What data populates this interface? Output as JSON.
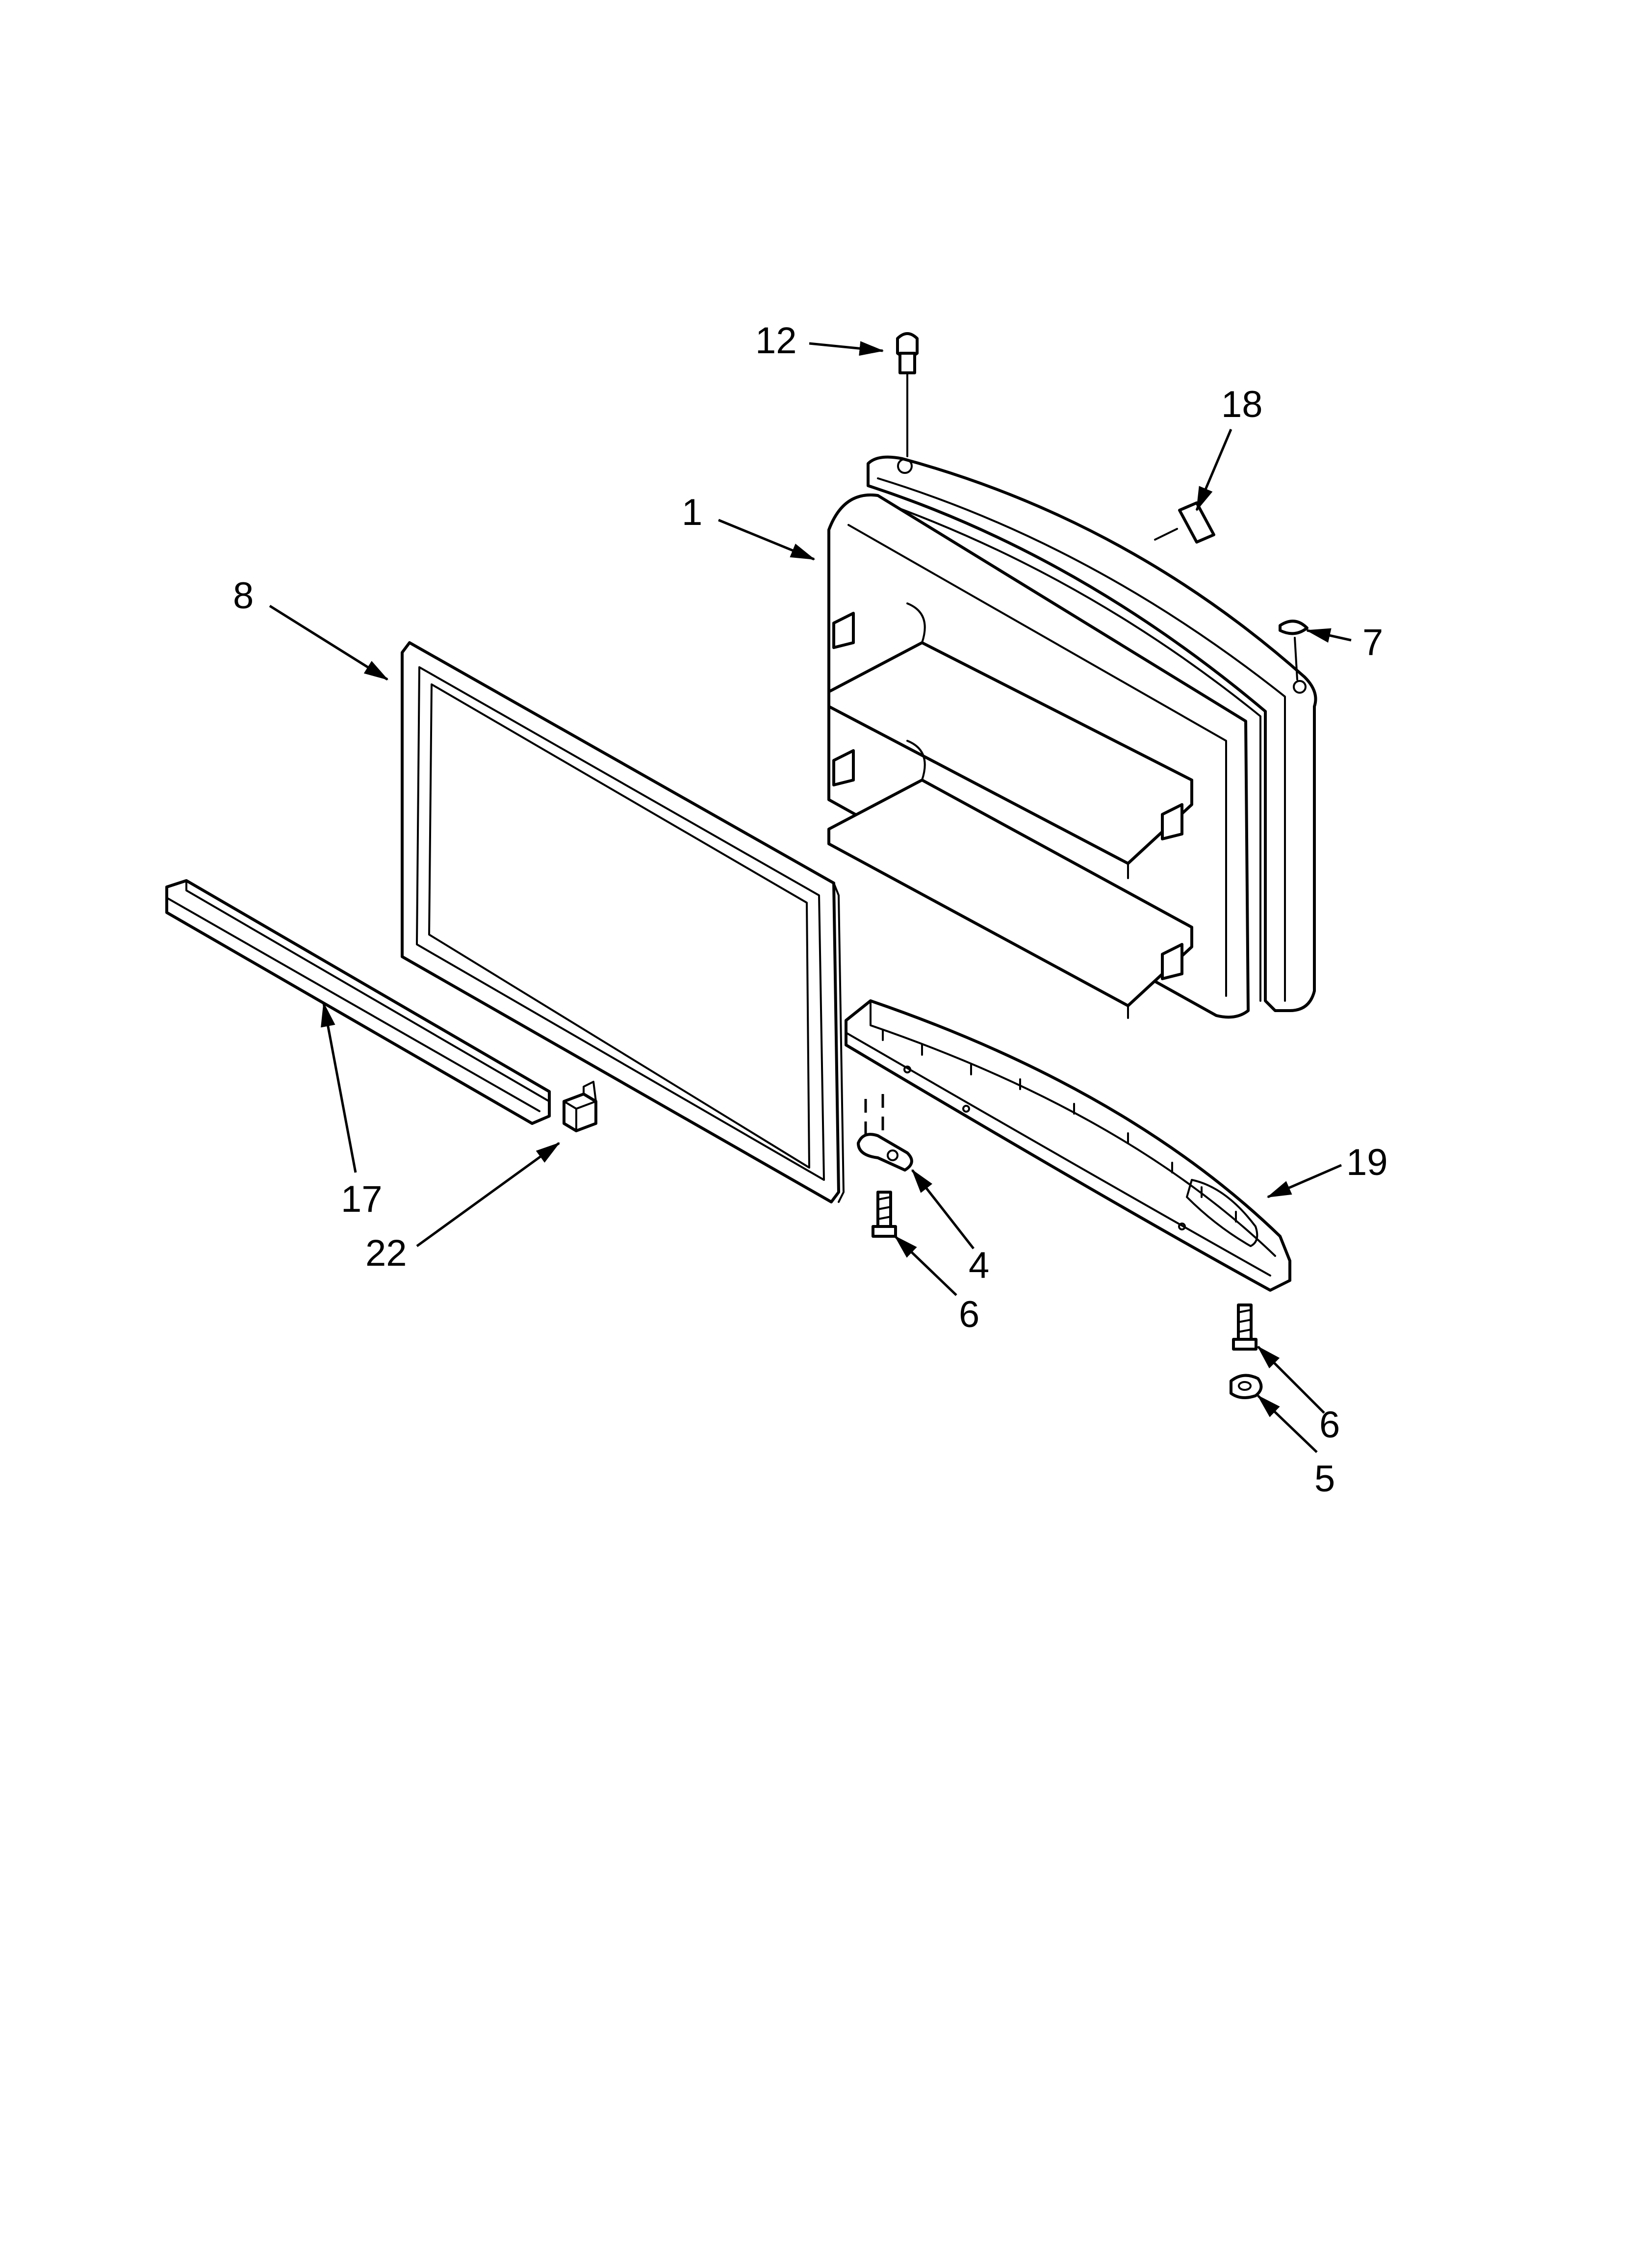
{
  "callouts": [
    {
      "id": "c12",
      "label": "12"
    },
    {
      "id": "c18",
      "label": "18"
    },
    {
      "id": "c1",
      "label": "1"
    },
    {
      "id": "c8",
      "label": "8"
    },
    {
      "id": "c7",
      "label": "7"
    },
    {
      "id": "c19",
      "label": "19"
    },
    {
      "id": "c17",
      "label": "17"
    },
    {
      "id": "c22",
      "label": "22"
    },
    {
      "id": "c4",
      "label": "4"
    },
    {
      "id": "c6a",
      "label": "6"
    },
    {
      "id": "c6b",
      "label": "6"
    },
    {
      "id": "c5",
      "label": "5"
    }
  ],
  "colors": {
    "line": "#000000",
    "background": "#ffffff"
  }
}
